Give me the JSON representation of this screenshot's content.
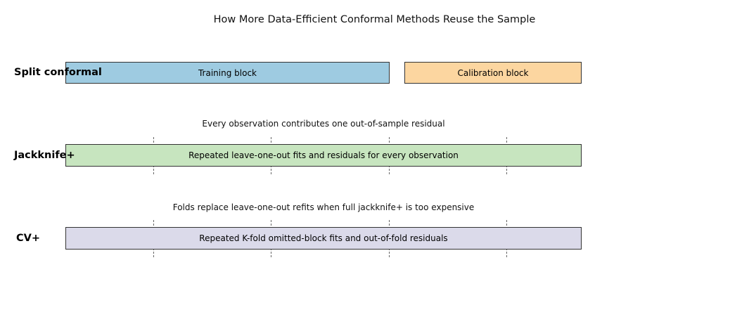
{
  "title": "How More Data-Efficient Conformal Methods Reuse the Sample",
  "colors": {
    "training_block": "#9ecbe1",
    "calibration_block": "#fcd6a0",
    "jackknife_block": "#c7e5bf",
    "cv_block": "#dbdaea",
    "block_border": "#333333",
    "fold_divider": "#666666"
  },
  "rows": [
    {
      "label": "Split conformal",
      "blocks": [
        {
          "text": "Training block"
        },
        {
          "text": "Calibration block"
        }
      ]
    },
    {
      "label": "Jackknife+",
      "annotation": "Every observation contributes one out-of-sample residual",
      "blocks": [
        {
          "text": "Repeated leave-one-out fits and residuals for every observation"
        }
      ]
    },
    {
      "label": "CV+",
      "annotation": "Folds replace leave-one-out refits when full jackknife+ is too expensive",
      "blocks": [
        {
          "text": "Repeated K-fold omitted-block fits and out-of-fold residuals"
        }
      ]
    }
  ]
}
